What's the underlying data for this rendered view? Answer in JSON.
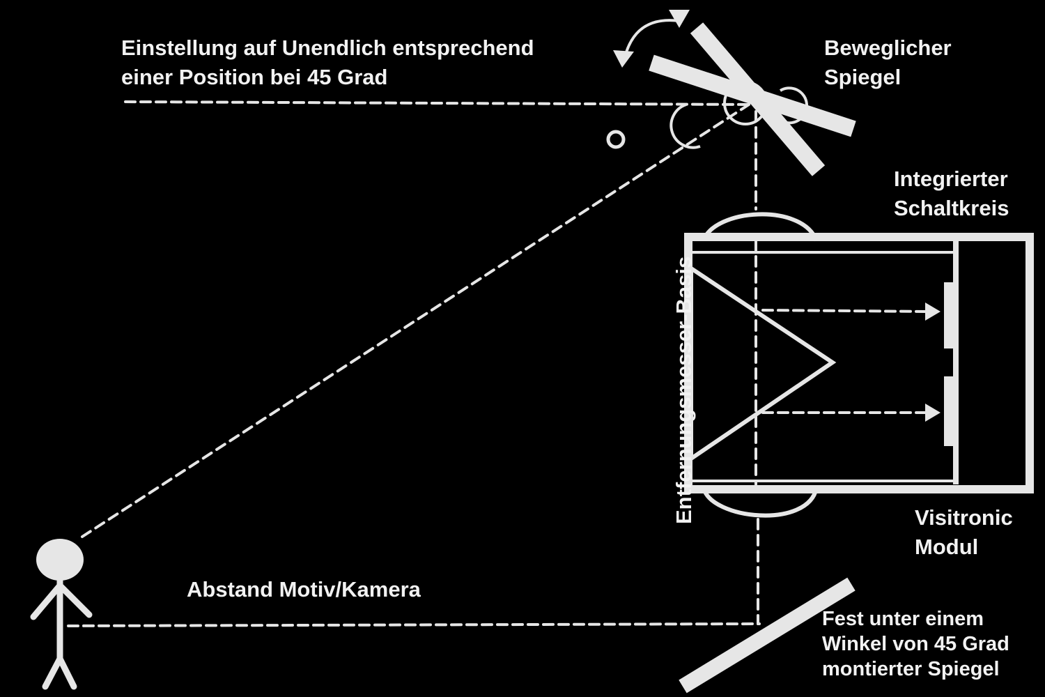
{
  "labels": {
    "infinity_setting": [
      "Einstellung auf Unendlich entsprechend",
      "einer Position bei 45 Grad"
    ],
    "movable_mirror": [
      "Beweglicher",
      "Spiegel"
    ],
    "integrated_circuit": [
      "Integrierter",
      "Schaltkreis"
    ],
    "visitronic_module": [
      "Visitronic",
      "Modul"
    ],
    "subject_camera_distance": "Abstand Motiv/Kamera",
    "rangefinder_base": "Entfernungsmesser-Basis",
    "fixed_mirror": [
      "Fest unter einem",
      "Winkel von 45 Grad",
      "montierter Spiegel"
    ]
  },
  "colors": {
    "background": "#000000",
    "line": "#e6e6e6",
    "text": "#f2f2f2"
  }
}
